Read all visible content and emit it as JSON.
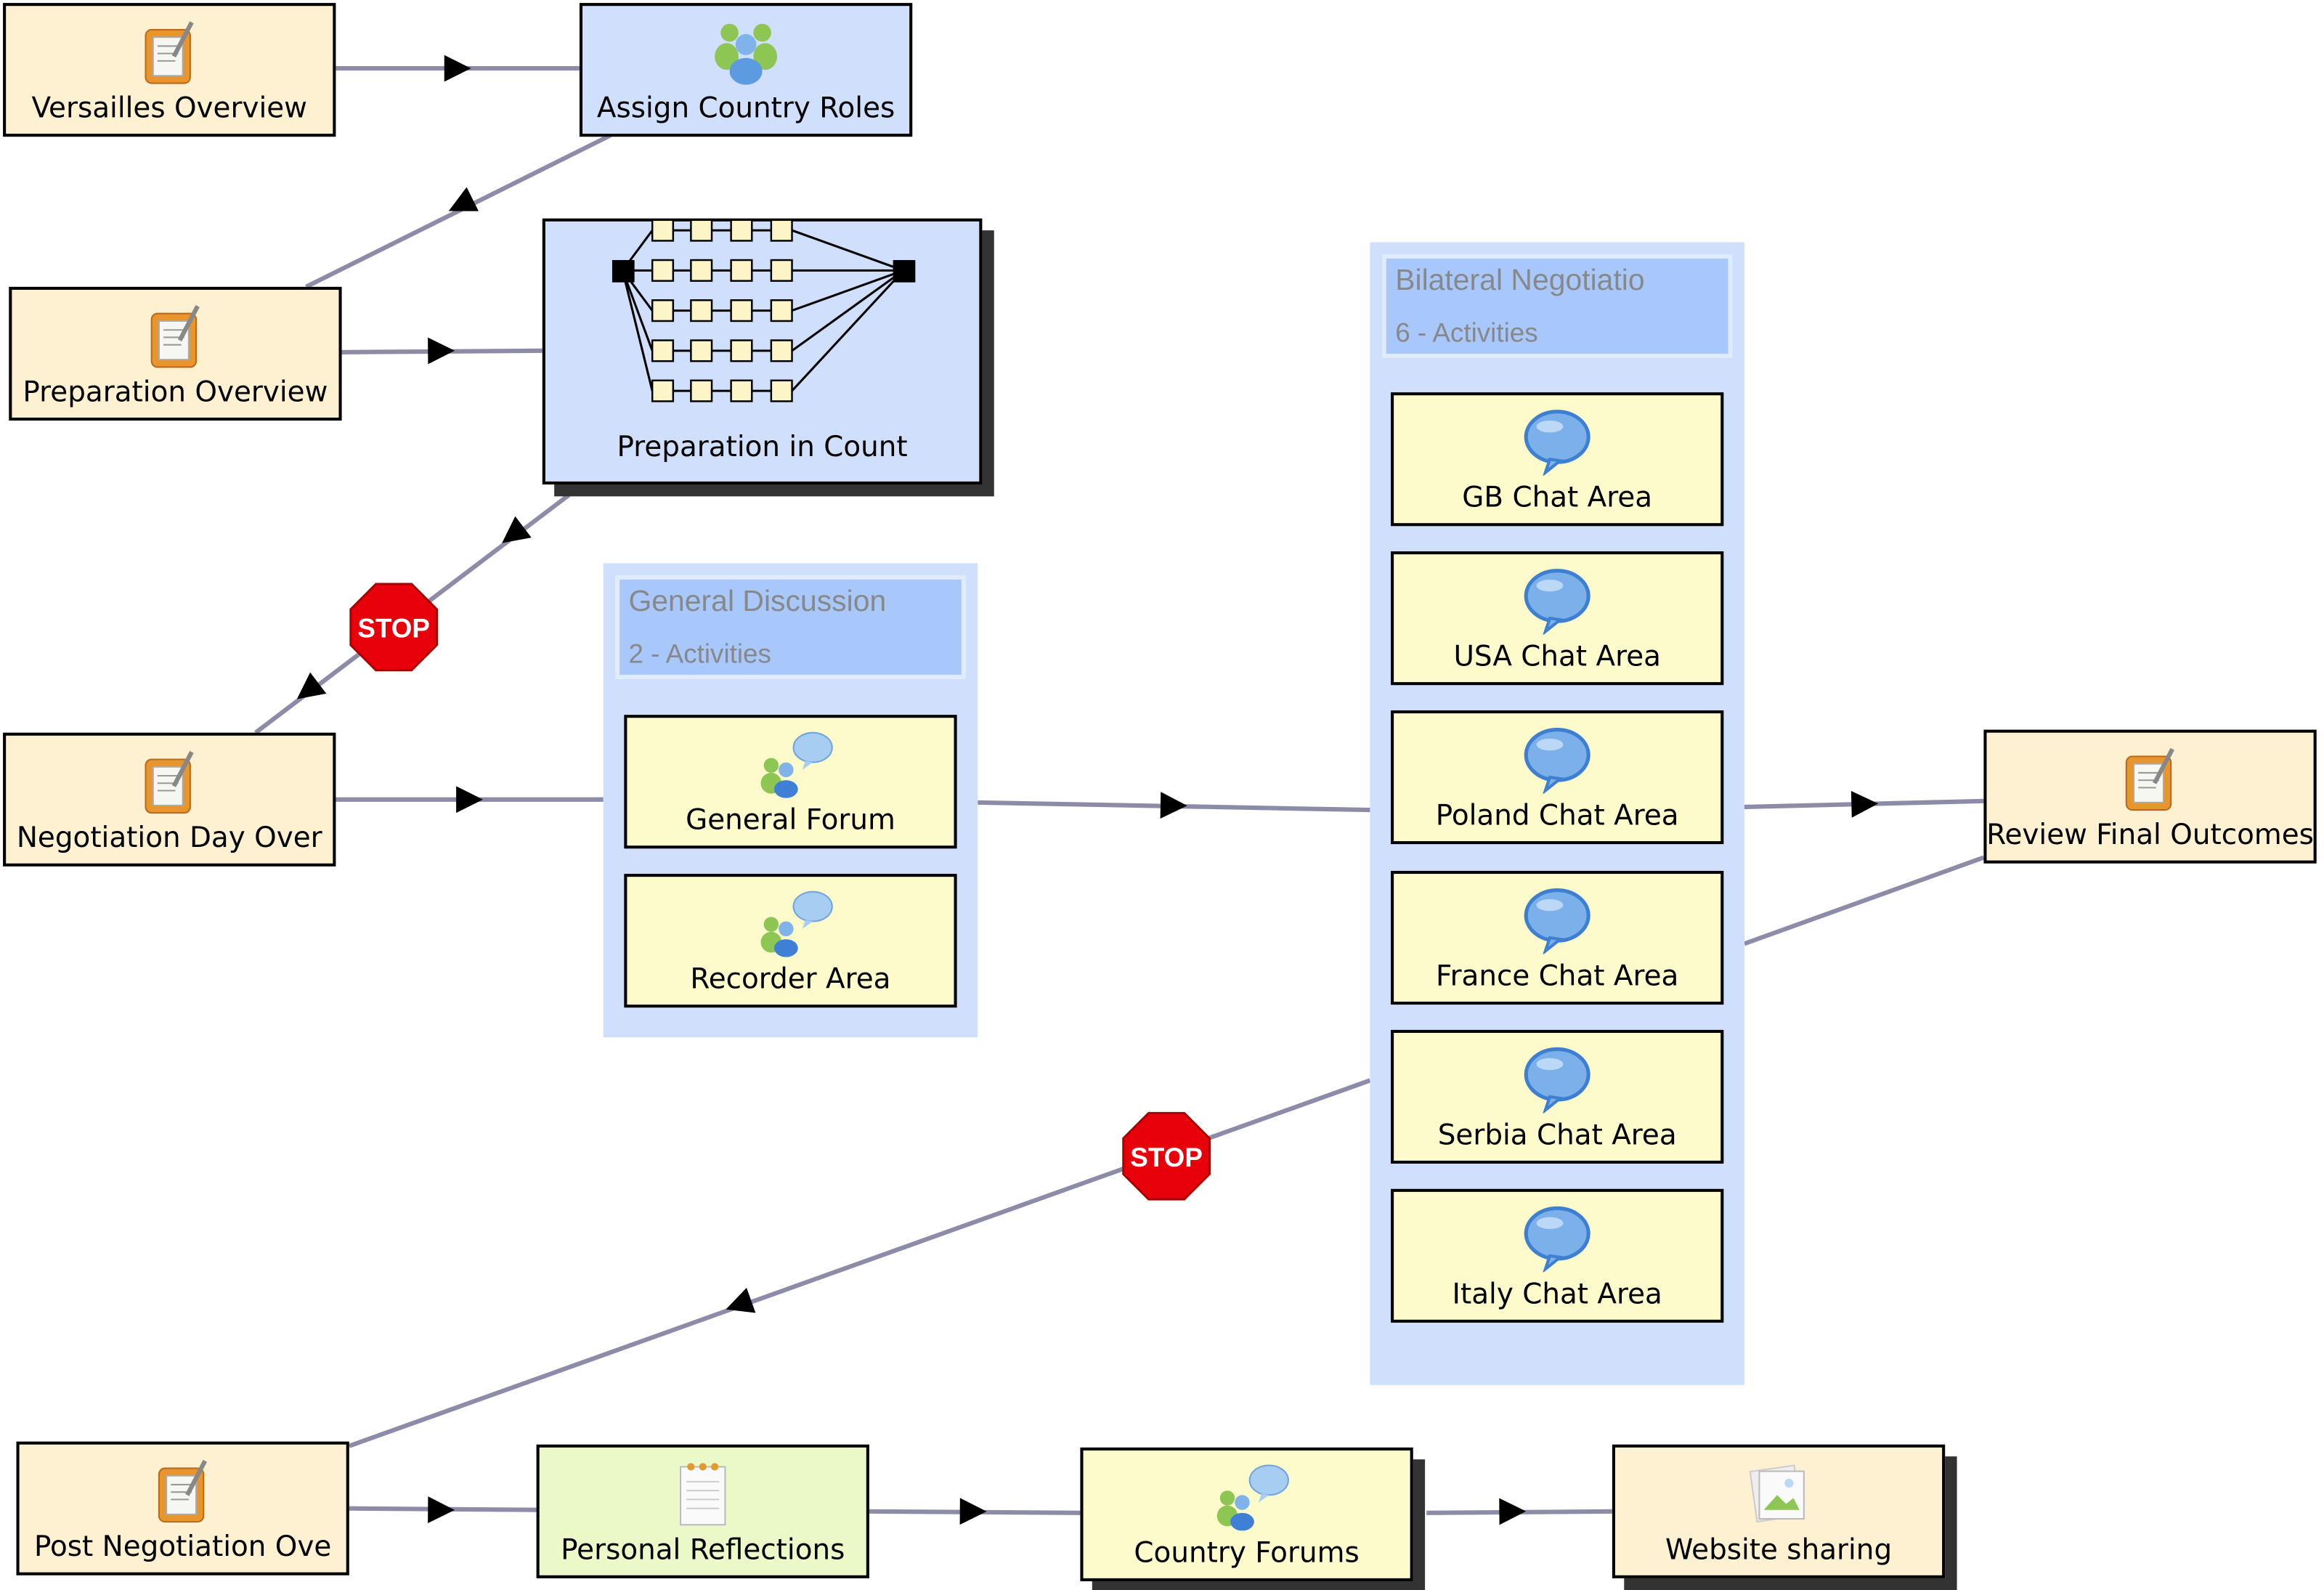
{
  "colors": {
    "edge": "#8c8ca8",
    "beige": "#fdf1d2",
    "blue": "#cfdffc",
    "yellow": "#fdfbcc",
    "green": "#ebf8c8",
    "group_header": "#a8c8fc",
    "stop": "#e8000b"
  },
  "nodes": [
    {
      "id": "versailles",
      "label": "Versailles Overview",
      "icon": "clipboard-icon",
      "fill": "beige"
    },
    {
      "id": "assign",
      "label": "Assign Country Roles",
      "icon": "people-icon",
      "fill": "blue"
    },
    {
      "id": "prep_overview",
      "label": "Preparation Overview",
      "icon": "clipboard-icon",
      "fill": "beige"
    },
    {
      "id": "prep_count",
      "label": "Preparation in Count",
      "icon": "branching-icon",
      "fill": "blue"
    },
    {
      "id": "negotiation_day",
      "label": "Negotiation Day Over",
      "icon": "clipboard-icon",
      "fill": "beige"
    },
    {
      "id": "general_forum",
      "label": "General Forum",
      "icon": "forum-icon",
      "fill": "yellow"
    },
    {
      "id": "recorder",
      "label": "Recorder Area",
      "icon": "forum-icon",
      "fill": "yellow"
    },
    {
      "id": "gb",
      "label": "GB Chat Area",
      "icon": "chat-bubble-icon",
      "fill": "yellow"
    },
    {
      "id": "usa",
      "label": "USA Chat Area",
      "icon": "chat-bubble-icon",
      "fill": "yellow"
    },
    {
      "id": "poland",
      "label": "Poland Chat Area",
      "icon": "chat-bubble-icon",
      "fill": "yellow"
    },
    {
      "id": "france",
      "label": "France Chat Area",
      "icon": "chat-bubble-icon",
      "fill": "yellow"
    },
    {
      "id": "serbia",
      "label": "Serbia Chat Area",
      "icon": "chat-bubble-icon",
      "fill": "yellow"
    },
    {
      "id": "italy",
      "label": "Italy Chat Area",
      "icon": "chat-bubble-icon",
      "fill": "yellow"
    },
    {
      "id": "review",
      "label": "Review Final Outcomes",
      "icon": "clipboard-icon",
      "fill": "beige"
    },
    {
      "id": "post",
      "label": "Post Negotiation Ove",
      "icon": "clipboard-icon",
      "fill": "beige"
    },
    {
      "id": "reflections",
      "label": "Personal Reflections",
      "icon": "notepad-icon",
      "fill": "green"
    },
    {
      "id": "country_forums",
      "label": "Country Forums",
      "icon": "forum-icon",
      "fill": "yellow"
    },
    {
      "id": "website",
      "label": "Website sharing",
      "icon": "image-icon",
      "fill": "beige"
    }
  ],
  "groups": [
    {
      "id": "general_discussion",
      "title": "General Discussion",
      "subtitle": "2 - Activities"
    },
    {
      "id": "bilateral",
      "title": "Bilateral Negotiatio",
      "subtitle": "6 - Activities"
    }
  ],
  "stop_label": "STOP"
}
